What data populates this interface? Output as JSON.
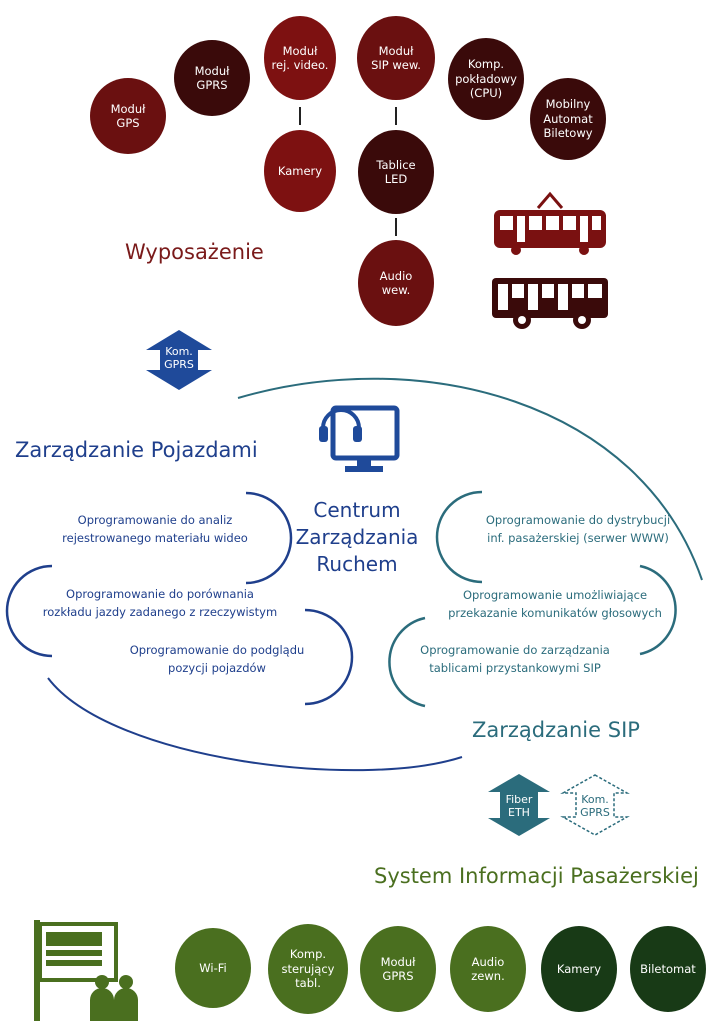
{
  "equipment": {
    "title": "Wyposażenie",
    "modules": [
      {
        "label": "Moduł\nGPS"
      },
      {
        "label": "Moduł\nGPRS"
      },
      {
        "label": "Moduł\nrej. video."
      },
      {
        "label": "Moduł\nSIP wew."
      },
      {
        "label": "Komp.\npokładowy\n(CPU)"
      },
      {
        "label": "Mobilny\nAutomat\nBiletowy"
      },
      {
        "label": "Kamery"
      },
      {
        "label": "Tablice\nLED"
      },
      {
        "label": "Audio\nwew."
      }
    ]
  },
  "comm_top": {
    "label": "Kom.\nGPRS"
  },
  "fleet": {
    "title": "Zarządzanie Pojazdami",
    "items": [
      {
        "label": "Oprogramowanie do analiz\nrejestrowanego materiału wideo"
      },
      {
        "label": "Oprogramowanie do porównania\nrozkładu jazdy zadanego z rzeczywistym"
      },
      {
        "label": "Oprogramowanie do podglądu\npozycji pojazdów"
      }
    ]
  },
  "center": {
    "title": "Centrum\nZarządzania\nRuchem"
  },
  "sip": {
    "title": "Zarządzanie SIP",
    "items": [
      {
        "label": "Oprogramowanie do dystrybucji\ninf. pasażerskiej (serwer WWW)"
      },
      {
        "label": "Oprogramowanie umożliwiające\nprzekazanie komunikatów głosowych"
      },
      {
        "label": "Oprogramowanie do zarządzania\ntablicami przystankowymi SIP"
      }
    ]
  },
  "comm_bottom": {
    "fiber": "Fiber\nETH",
    "gprs": "Kom.\nGPRS"
  },
  "passenger_info": {
    "title": "System Informacji Pasażerskiej",
    "modules": [
      {
        "label": "Wi-Fi"
      },
      {
        "label": "Komp.\nsterujący\ntabl."
      },
      {
        "label": "Moduł\nGPRS"
      },
      {
        "label": "Audio\nzewn."
      },
      {
        "label": "Kamery"
      },
      {
        "label": "Biletomat"
      }
    ]
  },
  "colors": {
    "navy": "#1f3f8c",
    "teal": "#2b6c7c",
    "dark_red": "#6a1010",
    "green": "#4a6f1f",
    "dark_green": "#183a16"
  },
  "icons": [
    "tram-icon",
    "bus-icon",
    "monitor-headset-icon",
    "bus-stop-sign-icon",
    "people-icon",
    "double-arrow-icon"
  ]
}
